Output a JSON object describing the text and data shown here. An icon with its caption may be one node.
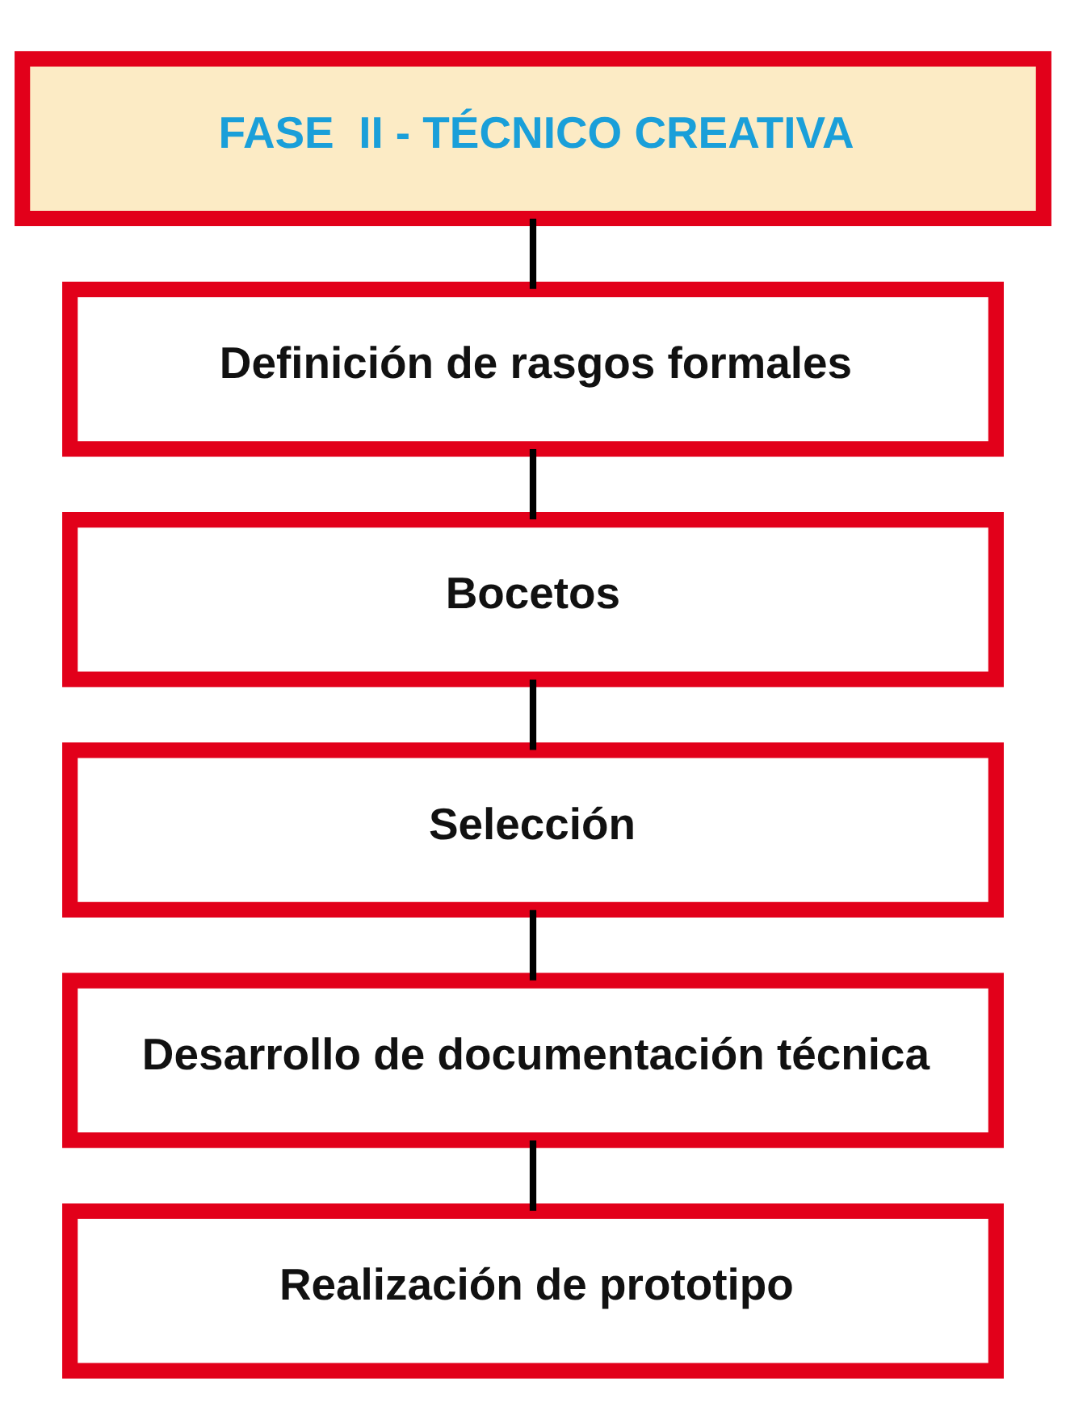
{
  "diagram": {
    "nodes": [
      {
        "text": [
          "FASE  II - TÉCNICO CREATIVA"
        ]
      },
      {
        "text": [
          "Definición de rasgos formales"
        ]
      },
      {
        "text": [
          "Bocetos"
        ]
      },
      {
        "text": [
          "Selección"
        ]
      },
      {
        "text": [
          "Desarrollo de documentación técnica"
        ]
      },
      {
        "text": [
          "Realización de prototipo"
        ]
      }
    ],
    "edges": [
      {
        "from": 0,
        "to": 1,
        "arrow": "none"
      },
      {
        "from": 1,
        "to": 2,
        "arrow": "none"
      },
      {
        "from": 2,
        "to": 3,
        "arrow": "none"
      },
      {
        "from": 3,
        "to": 4,
        "arrow": "none"
      },
      {
        "from": 4,
        "to": 5,
        "arrow": "none"
      }
    ]
  }
}
